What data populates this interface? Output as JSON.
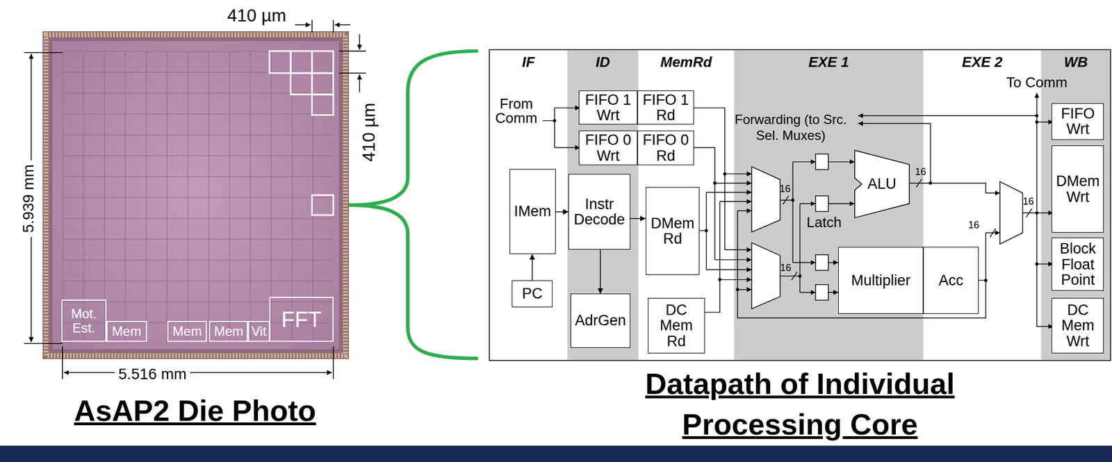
{
  "diagram": {
    "nodes": [
      {
        "text": [
          "Mot. Est."
        ]
      },
      {
        "text": [
          "Mem"
        ]
      },
      {
        "text": [
          "Mem"
        ]
      },
      {
        "text": [
          "Mem"
        ]
      },
      {
        "text": [
          "Vit"
        ]
      },
      {
        "text": [
          "FFT"
        ]
      },
      {
        "text": [
          "IF"
        ]
      },
      {
        "text": [
          "IMem"
        ],
        "in": 6
      },
      {
        "text": [
          "PC"
        ],
        "in": 6
      },
      {
        "text": [
          "ID"
        ]
      },
      {
        "text": [
          "FIFO 1 Wrt"
        ],
        "in": 9
      },
      {
        "text": [
          "FIFO 0 Wrt"
        ],
        "in": 9
      },
      {
        "text": [
          "Instr Decode"
        ],
        "in": 9
      },
      {
        "text": [
          "AdrGen"
        ],
        "in": 9
      },
      {
        "text": [
          "MemRd"
        ]
      },
      {
        "text": [
          "FIFO 1 Rd"
        ],
        "in": 14
      },
      {
        "text": [
          "FIFO 0 Rd"
        ],
        "in": 14
      },
      {
        "text": [
          "DMem Rd"
        ],
        "in": 14
      },
      {
        "text": [
          "DC Mem Rd"
        ],
        "in": 14
      },
      {
        "text": [
          "EXE 1"
        ]
      },
      {
        "text": [
          "ALU"
        ],
        "in": 19
      },
      {
        "text": [
          "Multiplier"
        ],
        "in": 19
      },
      {
        "text": [
          "EXE 2"
        ]
      },
      {
        "text": [
          "Acc"
        ],
        "in": 22
      },
      {
        "text": [
          "WB"
        ]
      },
      {
        "text": [
          "FIFO Wrt"
        ],
        "in": 24
      },
      {
        "text": [
          "DMem Wrt"
        ],
        "in": 24
      },
      {
        "text": [
          "Block Float Point"
        ],
        "in": 24
      },
      {
        "text": [
          "DC Mem Wrt"
        ],
        "in": 24
      }
    ],
    "edges": [
      {
        "from": 8,
        "to": 7,
        "arrow": "to"
      },
      {
        "from": 7,
        "to": 12,
        "arrow": "to"
      },
      {
        "from": 12,
        "to": 17,
        "arrow": "to"
      },
      {
        "from": 12,
        "to": 13,
        "arrow": "to"
      }
    ],
    "labels": [
      "410 µm",
      "410 µm",
      "5.939 mm",
      "5.516 mm",
      "AsAP2 Die Photo",
      "From Comm",
      "Forwarding (to Src. Sel. Muxes)",
      "Latch",
      "16",
      "16",
      "16",
      "16",
      "16",
      "To Comm",
      "Datapath of Individual Processing Core"
    ]
  }
}
